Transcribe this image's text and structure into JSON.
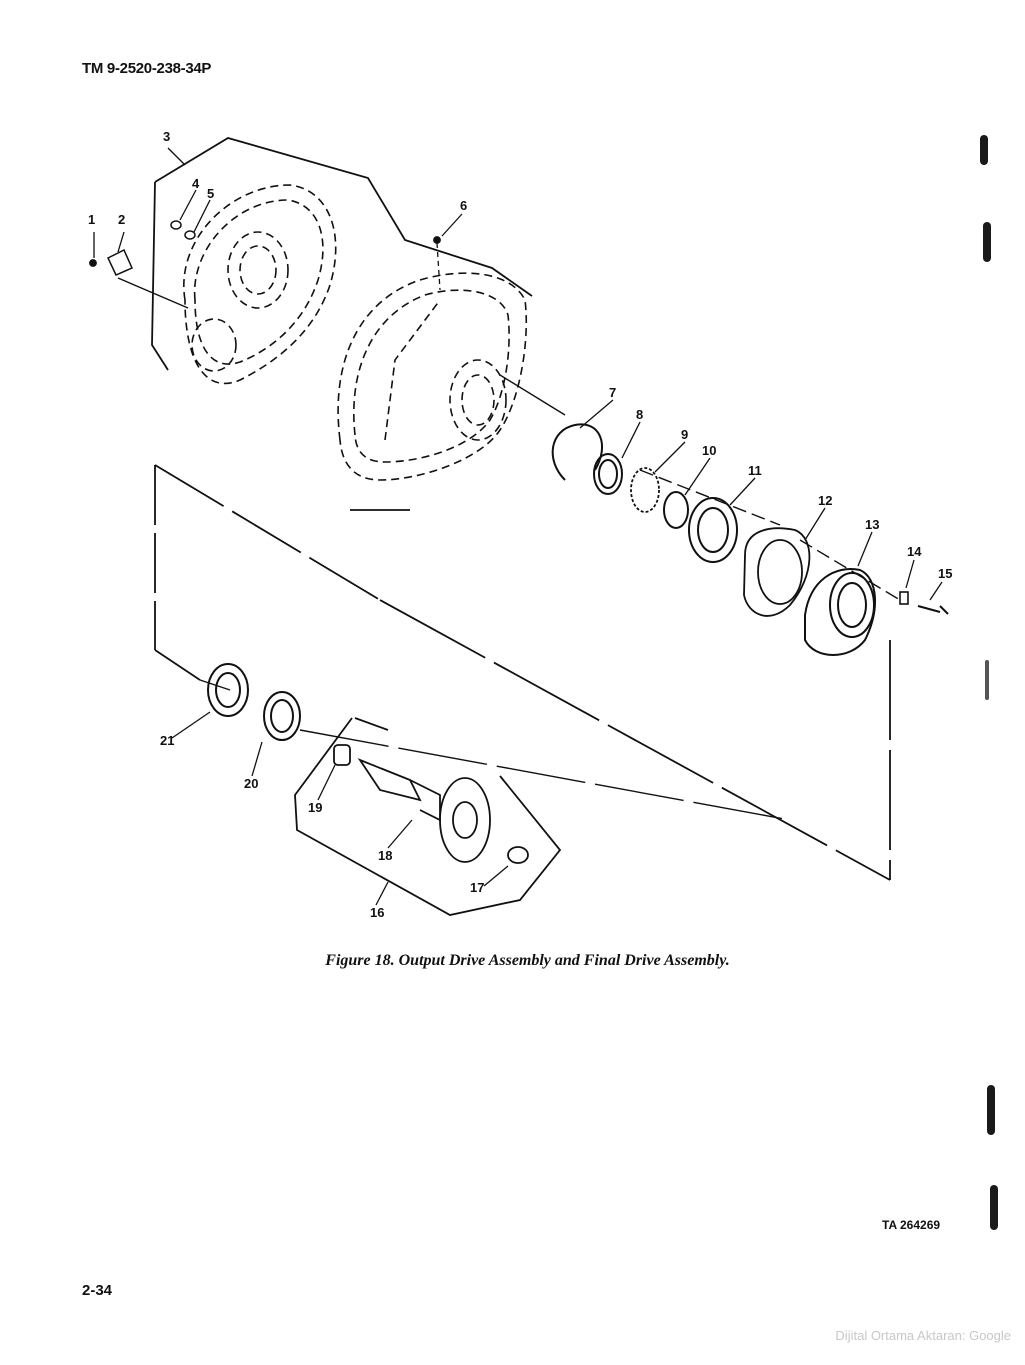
{
  "header": {
    "document_id": "TM 9-2520-238-34P"
  },
  "figure": {
    "callouts": [
      "1",
      "2",
      "3",
      "4",
      "5",
      "6",
      "7",
      "8",
      "9",
      "10",
      "11",
      "12",
      "13",
      "14",
      "15",
      "16",
      "17",
      "18",
      "19",
      "20",
      "21"
    ],
    "caption": "Figure 18.  Output Drive Assembly and Final Drive Assembly."
  },
  "footer": {
    "ta_number": "TA 264269",
    "page_number": "2-34",
    "watermark": "Dijital Ortama Aktaran: Google"
  }
}
